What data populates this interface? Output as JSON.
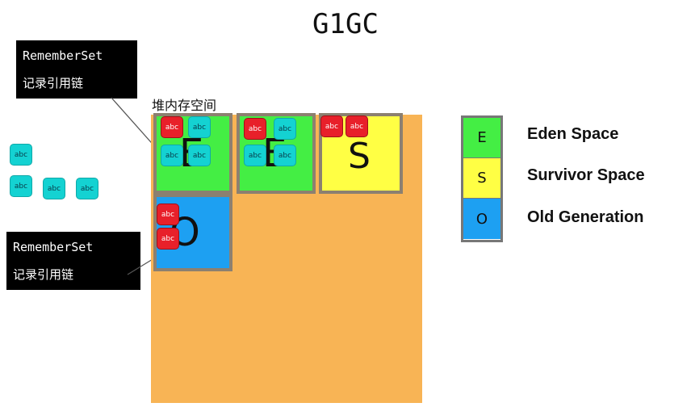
{
  "title": "G1GC",
  "heap_label": "堆内存空间",
  "remember_set": {
    "line1": "RememberSet",
    "line2": "记录引用链"
  },
  "object_label": "abc",
  "regions": {
    "eden_letter": "E",
    "survivor_letter": "S",
    "old_letter": "O"
  },
  "legend": {
    "eden": {
      "letter": "E",
      "label": "Eden Space",
      "color": "#44ee44"
    },
    "survivor": {
      "letter": "S",
      "label": "Survivor Space",
      "color": "#ffff44"
    },
    "old": {
      "letter": "O",
      "label": "Old Generation",
      "color": "#1da0f2"
    }
  },
  "colors": {
    "heap": "#f8b455",
    "object_live": "#14d2d2",
    "object_referenced": "#e8202a"
  }
}
